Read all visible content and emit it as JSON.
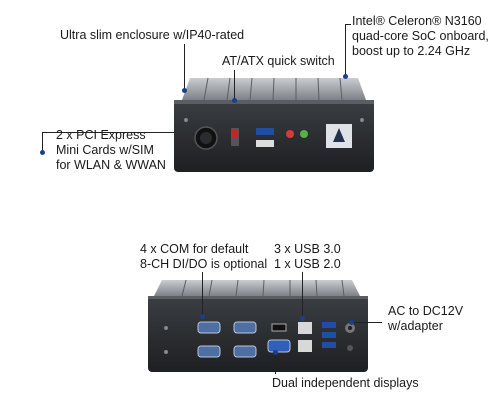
{
  "top_view": {
    "callouts": {
      "enclosure": "Ultra slim enclosure w/IP40-rated",
      "at_atx": "AT/ATX quick switch",
      "cpu": [
        "Intel® Celeron® N3160",
        "quad-core SoC onboard,",
        "boost up to 2.24 GHz"
      ],
      "pcie": [
        "2 x PCI Express",
        "Mini Cards w/SIM",
        "for WLAN & WWAN"
      ]
    }
  },
  "bottom_view": {
    "callouts": {
      "com": [
        "4 x COM for default",
        "8-CH DI/DO is optional"
      ],
      "usb": [
        "3 x USB 3.0",
        "1 x USB 2.0"
      ],
      "power": [
        "AC to DC12V",
        "w/adapter"
      ],
      "displays": "Dual independent displays"
    }
  }
}
